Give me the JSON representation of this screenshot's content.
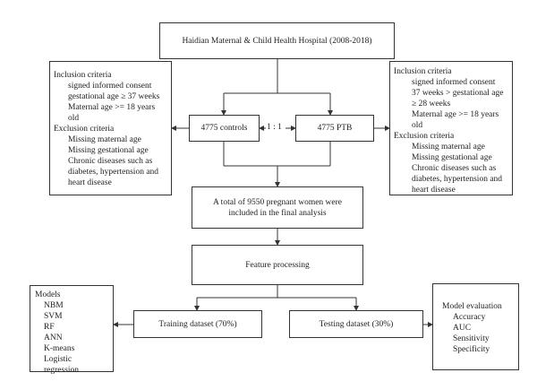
{
  "hospital": "Haidian Maternal & Child Health Hospital (2008-2018)",
  "controls": {
    "label": "4775 controls",
    "inclusion_title": "Inclusion criteria",
    "inclusion_items": [
      "signed informed consent",
      "gestational age ≥ 37 weeks",
      "Maternal age >= 18 years old"
    ],
    "exclusion_title": "Exclusion criteria",
    "exclusion_items": [
      "Missing maternal age",
      "Missing gestational age",
      "Chronic diseases such as diabetes, hypertension and heart disease"
    ]
  },
  "ptb": {
    "label": "4775 PTB",
    "inclusion_title": "Inclusion criteria",
    "inclusion_items": [
      "signed informed consent",
      "37 weeks > gestational age ≥ 28 weeks",
      "Maternal age >= 18 years old"
    ],
    "exclusion_title": "Exclusion criteria",
    "exclusion_items": [
      "Missing maternal age",
      "Missing gestational age",
      "Chronic diseases such as diabetes, hypertension and heart disease"
    ]
  },
  "ratio": "1 : 1",
  "total": "A total of 9550 pregnant women were included in the final analysis",
  "feature": "Feature processing",
  "training": "Training dataset (70%)",
  "testing": "Testing dataset (30%)",
  "models": {
    "title": "Models",
    "items": [
      "NBM",
      "SVM",
      "RF",
      "ANN",
      "K-means",
      "Logistic regression"
    ]
  },
  "evaluation": {
    "title": "Model evaluation",
    "items": [
      "Accuracy",
      "AUC",
      "Sensitivity",
      "Specificity"
    ]
  }
}
